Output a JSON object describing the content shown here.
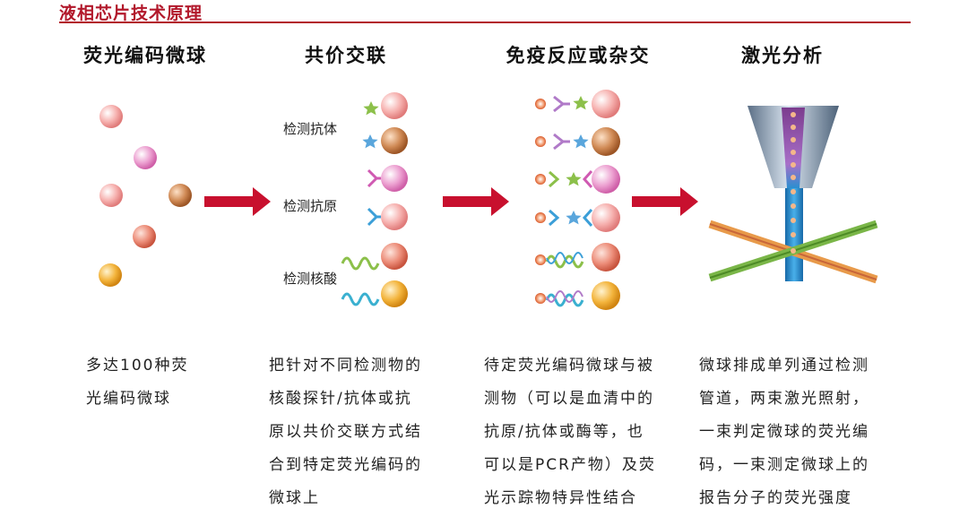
{
  "header": {
    "title": "液相芯片技术原理"
  },
  "steps": [
    {
      "title": "荧光编码微球",
      "description": [
        "多达100种荧",
        "光编码微球"
      ]
    },
    {
      "title": "共价交联",
      "description": [
        "把针对不同检测物的",
        "核酸探针/抗体或抗",
        "原以共价交联方式结",
        "合到特定荧光编码的",
        "微球上"
      ]
    },
    {
      "title": "免疫反应或杂交",
      "description": [
        "待定荧光编码微球与被",
        "测物（可以是血清中的",
        "抗原/抗体或酶等，也",
        "可以是PCR产物）及荧",
        "光示踪物特异性结合"
      ]
    },
    {
      "title": "激光分析",
      "description": [
        "微球排成单列通过检测",
        "管道，两束激光照射，",
        "一束判定微球的荧光编",
        "码，一束测定微球上的",
        "报告分子的荧光强度"
      ]
    }
  ],
  "probe_labels": [
    "检测抗体",
    "检测抗原",
    "检测核酸"
  ],
  "colors": {
    "accent": "#b2182b",
    "arrow": "#c8102e",
    "bead_pink": "#f4a9a8",
    "bead_magenta": "#e88ac4",
    "bead_brown": "#c87844",
    "bead_orange": "#f2b134",
    "star_green": "#8cc04a",
    "star_blue": "#5aa6dc",
    "laser_green": "#7ab648",
    "laser_orange": "#e89a4a",
    "channel_blue": "#2a8fd0"
  }
}
